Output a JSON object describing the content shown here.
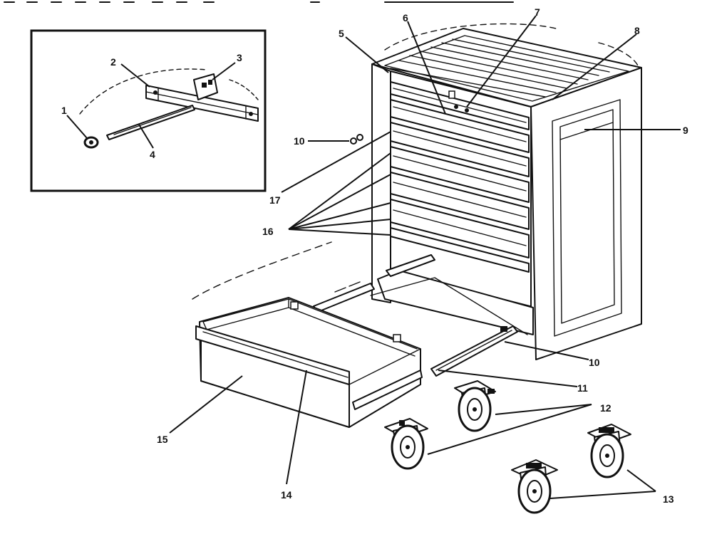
{
  "callouts": {
    "c1": "1",
    "c2": "2",
    "c3": "3",
    "c4": "4",
    "c5": "5",
    "c6": "6",
    "c7": "7",
    "c8": "8",
    "c9": "9",
    "c10a": "10",
    "c10b": "10",
    "c11": "11",
    "c12": "12",
    "c13": "13",
    "c14": "14",
    "c15": "15",
    "c16": "16",
    "c17": "17"
  }
}
